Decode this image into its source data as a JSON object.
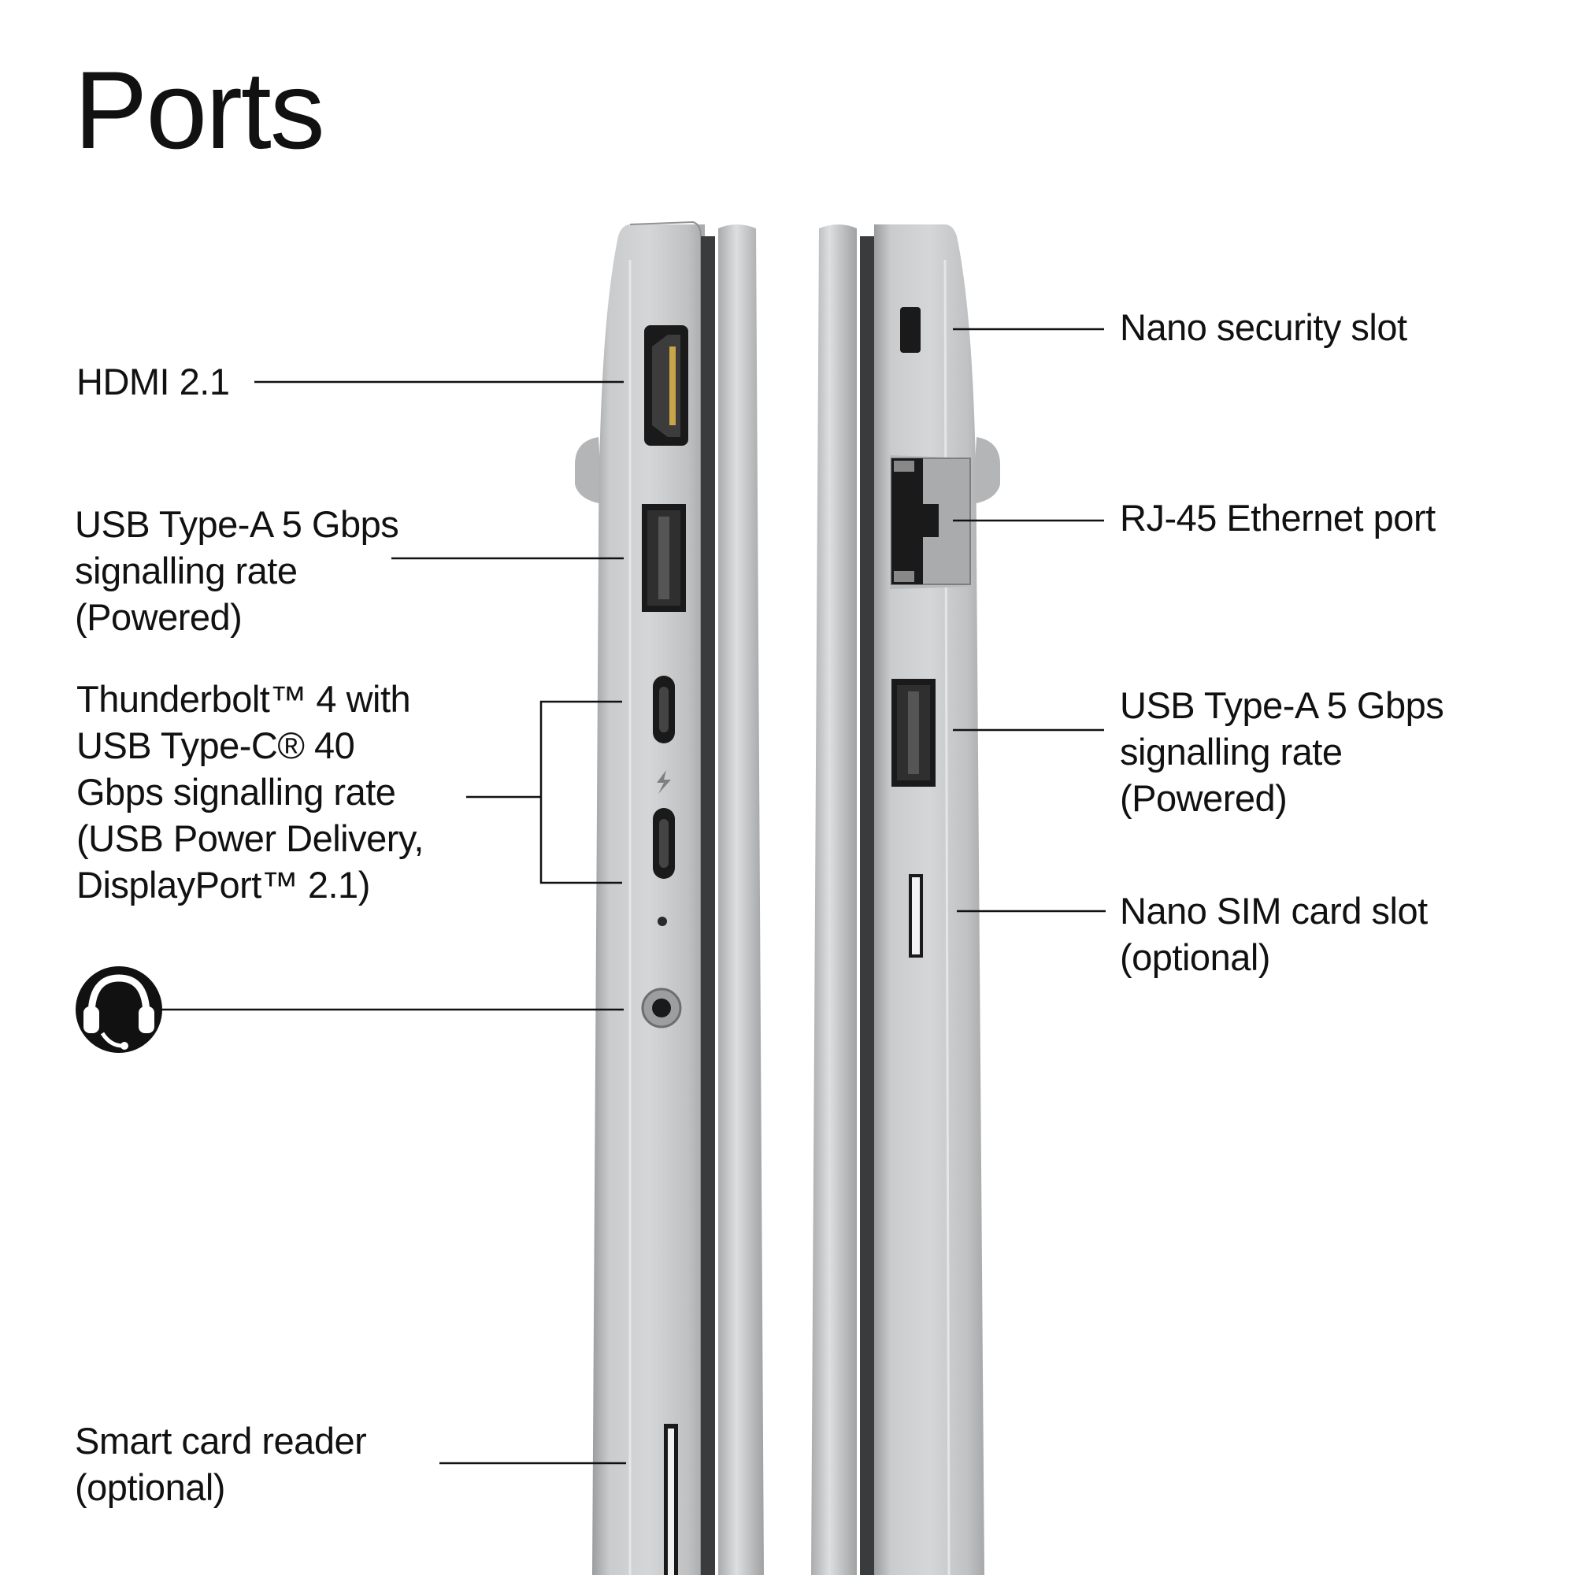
{
  "page": {
    "title": "Ports",
    "background": "#ffffff",
    "accent_silver": "#c4c6c8"
  },
  "left_side": {
    "ports": [
      {
        "id": "hdmi",
        "lines": [
          "HDMI 2.1"
        ],
        "icon": "hdmi-port-icon"
      },
      {
        "id": "usb_a_left",
        "lines": [
          "USB Type-A 5 Gbps",
          "signalling rate",
          "(Powered)"
        ],
        "icon": "usb-a-port-icon"
      },
      {
        "id": "thunderbolt",
        "lines": [
          "Thunderbolt™ 4 with",
          "USB Type-C® 40",
          "Gbps signalling rate",
          "(USB Power Delivery,",
          "DisplayPort™ 2.1)"
        ],
        "icon": "usb-c-port-icon"
      },
      {
        "id": "headset",
        "lines": [],
        "icon": "headset-icon"
      },
      {
        "id": "smart_card",
        "lines": [
          "Smart card reader",
          "(optional)"
        ],
        "icon": "card-slot-icon"
      }
    ]
  },
  "right_side": {
    "ports": [
      {
        "id": "nano_security",
        "lines": [
          "Nano security slot"
        ],
        "icon": "lock-slot-icon"
      },
      {
        "id": "rj45",
        "lines": [
          "RJ-45 Ethernet port"
        ],
        "icon": "ethernet-port-icon"
      },
      {
        "id": "usb_a_right",
        "lines": [
          "USB Type-A 5 Gbps",
          "signalling rate",
          "(Powered)"
        ],
        "icon": "usb-a-port-icon"
      },
      {
        "id": "nano_sim",
        "lines": [
          "Nano SIM card slot",
          "(optional)"
        ],
        "icon": "sim-slot-icon"
      }
    ]
  }
}
